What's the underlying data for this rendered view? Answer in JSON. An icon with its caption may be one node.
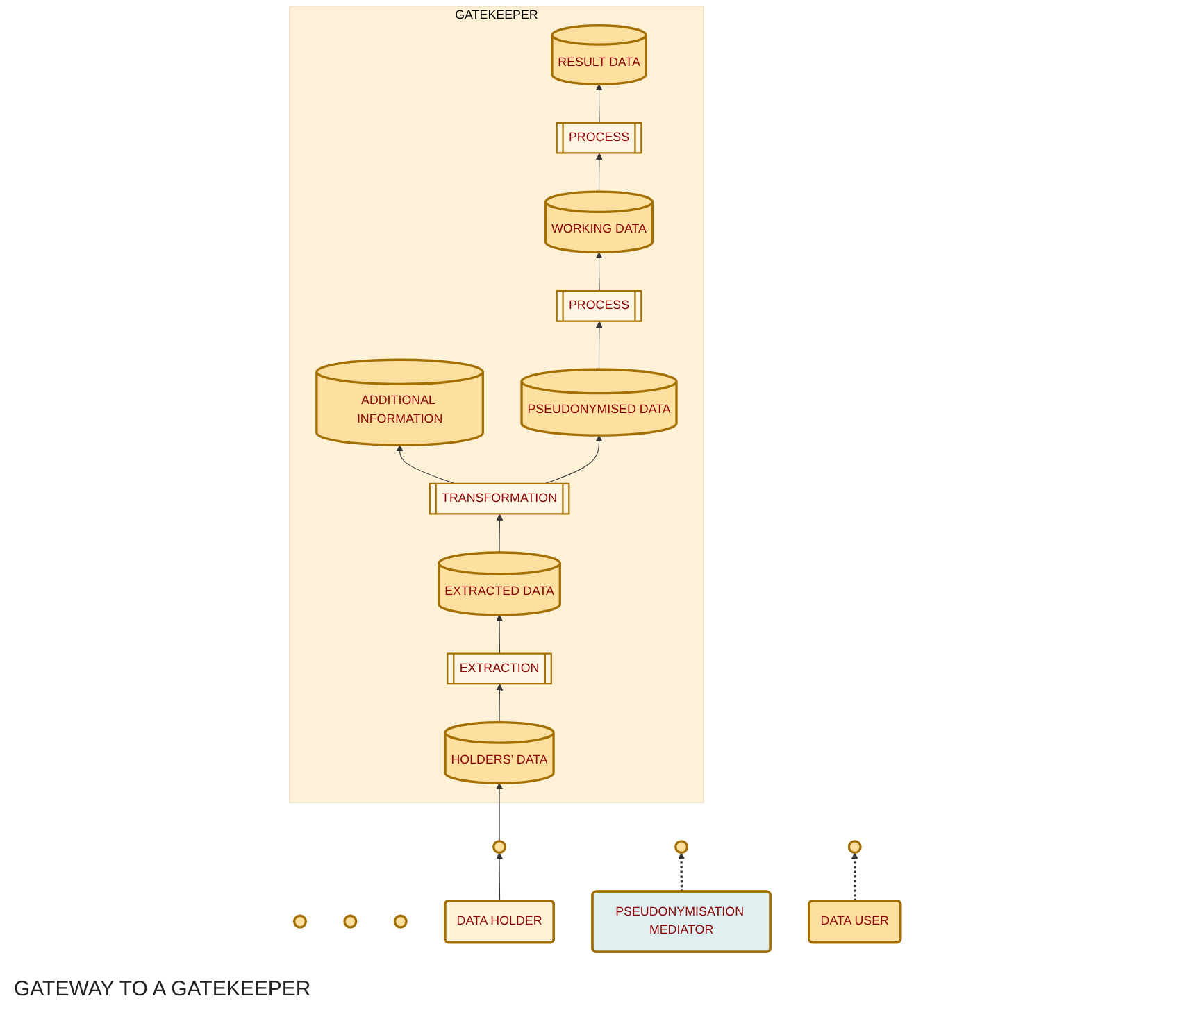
{
  "diagram": {
    "nodes": [
      {
        "text": [
          "GATEKEEPER"
        ]
      },
      {
        "text": [
          "EXTRACTED DATA"
        ],
        "in": 0
      },
      {
        "text": [
          "EXTRACTION"
        ],
        "in": 0
      },
      {
        "text": [
          "HOLDERS’ DATA"
        ],
        "in": 0
      },
      {
        "text": [
          "TRANSFORMATION"
        ],
        "in": 0
      },
      {
        "text": [
          "ADDITIONAL INFORMATION"
        ],
        "in": 0
      },
      {
        "text": [
          "PSEUDONYMISED DATA"
        ],
        "in": 0
      },
      {
        "text": [
          "PROCESS"
        ],
        "in": 0
      },
      {
        "text": [
          "WORKING DATA"
        ],
        "in": 0
      },
      {
        "text": [
          "PROCESS"
        ],
        "in": 0
      },
      {
        "text": [
          "RESULT DATA"
        ],
        "in": 0
      },
      {
        "text": [],
        "shape": "circle"
      },
      {
        "text": [],
        "shape": "circle"
      },
      {
        "text": [],
        "shape": "circle"
      },
      {
        "text": [],
        "shape": "circle"
      },
      {
        "text": [],
        "shape": "circle"
      },
      {
        "text": [],
        "shape": "circle"
      },
      {
        "text": [
          "DATA HOLDER"
        ]
      },
      {
        "text": [
          "PSEUDONYMISATION MEDIATOR"
        ]
      },
      {
        "text": [
          "DATA USER"
        ]
      }
    ],
    "edges": [
      {
        "from": 3,
        "to": 2,
        "arrow": "to"
      },
      {
        "from": 2,
        "to": 1,
        "arrow": "to"
      },
      {
        "from": 1,
        "to": 4,
        "arrow": "to"
      },
      {
        "from": 4,
        "to": 5,
        "arrow": "to"
      },
      {
        "from": 4,
        "to": 6,
        "arrow": "to"
      },
      {
        "from": 6,
        "to": 7,
        "arrow": "to"
      },
      {
        "from": 7,
        "to": 8,
        "arrow": "to"
      },
      {
        "from": 8,
        "to": 9,
        "arrow": "to"
      },
      {
        "from": 9,
        "to": 10,
        "arrow": "to"
      },
      {
        "from": 17,
        "to": 13,
        "arrow": "to"
      },
      {
        "from": 13,
        "to": 3,
        "arrow": "to"
      },
      {
        "from": 18,
        "to": 15,
        "arrow": "to",
        "style": "dashed"
      },
      {
        "from": 19,
        "to": 16,
        "arrow": "to",
        "style": "dashed"
      }
    ],
    "labels": [
      "GATEWAY TO A GATEKEEPER"
    ]
  }
}
